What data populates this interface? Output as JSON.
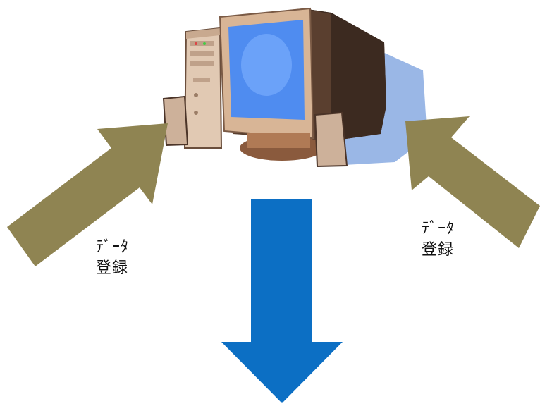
{
  "labels": {
    "left": {
      "line1": "ﾃﾞｰﾀ",
      "line2": "登録"
    },
    "right": {
      "line1": "ﾃﾞｰﾀ",
      "line2": "登録"
    }
  },
  "colors": {
    "input_arrow": "#8f8452",
    "output_arrow": "#0c6fc4",
    "screen": "#4f8cf0",
    "monitor_shell": "#d8b596",
    "monitor_dark": "#5a3f2f",
    "monitor_shadow": "#9ab7e6"
  },
  "icons": {
    "computer": "desktop-computer-icon"
  }
}
